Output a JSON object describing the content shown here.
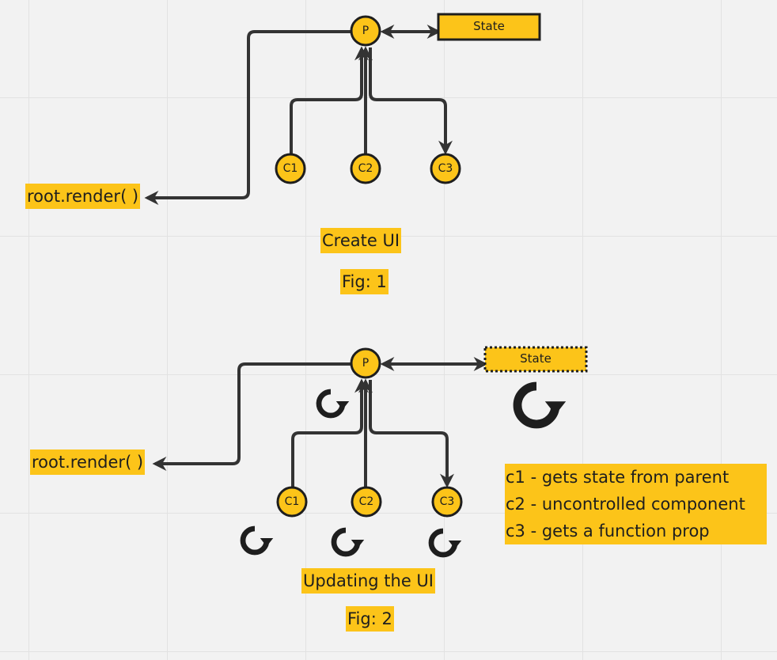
{
  "figure1": {
    "parent": "P",
    "children": [
      "C1",
      "C2",
      "C3"
    ],
    "state": "State",
    "render_call": "root.render( )",
    "caption": "Create UI",
    "fig_label": "Fig: 1"
  },
  "figure2": {
    "parent": "P",
    "children": [
      "C1",
      "C2",
      "C3"
    ],
    "state": "State",
    "render_call": "root.render( )",
    "caption": "Updating the UI",
    "fig_label": "Fig: 2",
    "notes": [
      "c1 - gets state from parent",
      "c2 - uncontrolled component",
      "c3 - gets a function prop"
    ]
  },
  "colors": {
    "node_fill": "#fcc419",
    "stroke": "#1e1e1e",
    "arrow": "#333333",
    "background": "#f2f2f2"
  },
  "icons": [
    "rerender-icon"
  ]
}
